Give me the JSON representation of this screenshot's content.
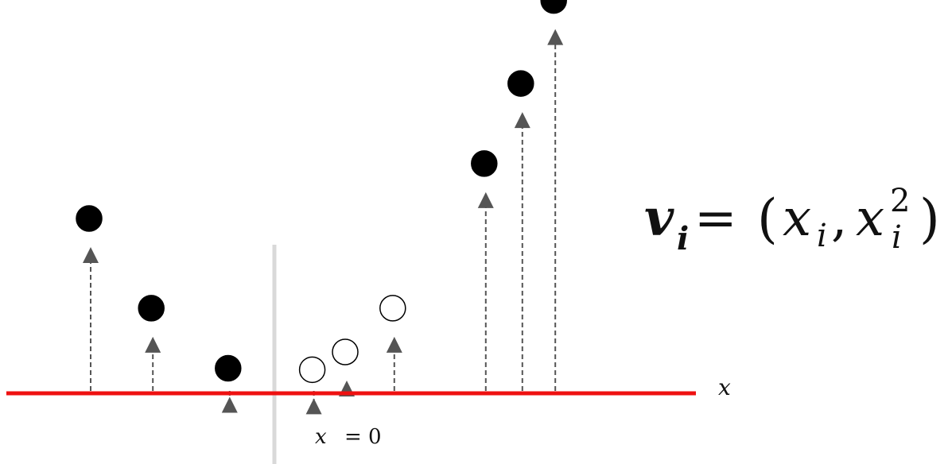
{
  "chart_data": {
    "type": "scatter",
    "x_axis_label": "x",
    "zero_label": {
      "variable": "x",
      "rest": "= 0"
    },
    "formula": {
      "lhs": "v",
      "lhs_subscript": "i",
      "equals": "=",
      "open": "(",
      "x1": "x",
      "x1_subscript": "i",
      "comma": ",",
      "x2": "x",
      "x2_subscript": "i",
      "x2_superscript": "2",
      "close": ")"
    },
    "points": [
      {
        "x": -5.0,
        "class": "negative"
      },
      {
        "x": -3.3,
        "class": "negative"
      },
      {
        "x": -1.2,
        "class": "negative"
      },
      {
        "x": 1.1,
        "class": "positive"
      },
      {
        "x": 2.0,
        "class": "positive"
      },
      {
        "x": 3.3,
        "class": "positive"
      },
      {
        "x": 5.8,
        "class": "negative"
      },
      {
        "x": 6.8,
        "class": "negative"
      },
      {
        "x": 7.7,
        "class": "negative"
      }
    ],
    "colors": {
      "axis": "#ee1111",
      "separator": "#d9d9d9",
      "arrow": "#555555",
      "point_negative": "#000000",
      "point_positive": "#ffffff",
      "point_outline": "#000000"
    }
  }
}
